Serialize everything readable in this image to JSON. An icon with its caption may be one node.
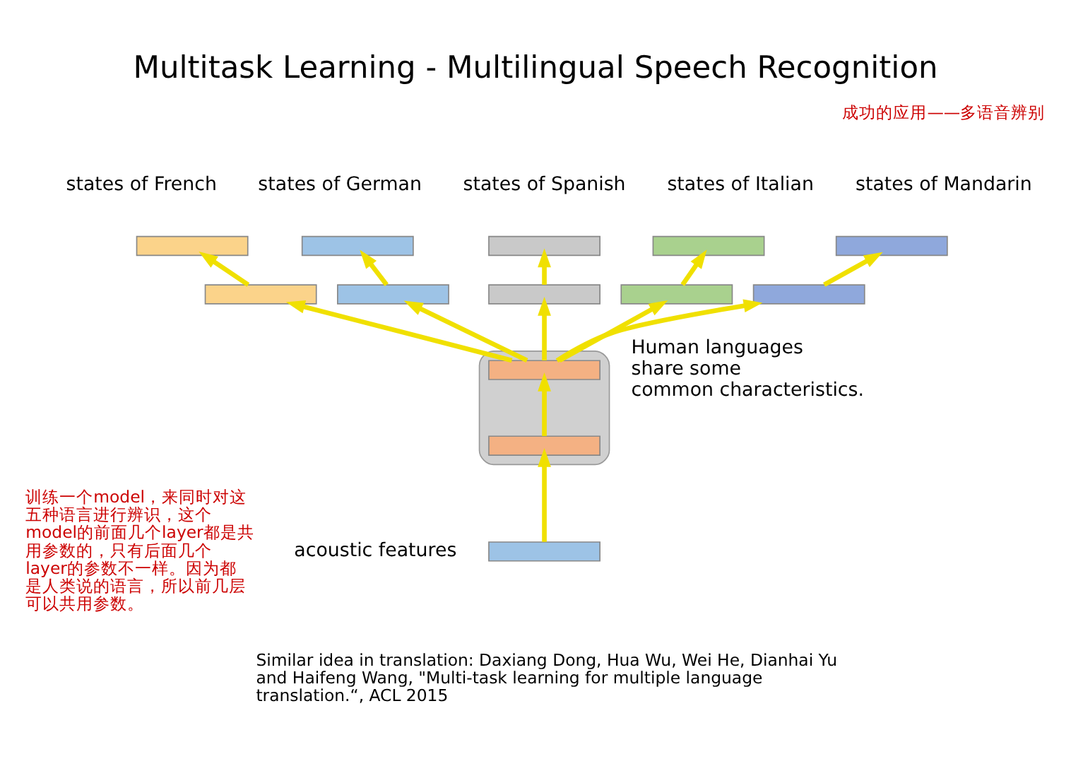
{
  "diagram": {
    "title": "Multitask Learning - Multilingual Speech Recognition",
    "nodes": [
      {
        "text": [],
        "shape": "box",
        "beside": [
          "Human languages share some common characteristics."
        ]
      },
      {
        "text": [],
        "shape": "bar",
        "in": 0
      },
      {
        "text": [],
        "shape": "bar",
        "in": 0
      },
      {
        "text": [],
        "shape": "bar",
        "beside": [
          "acoustic features"
        ]
      },
      {
        "text": [],
        "shape": "bar"
      },
      {
        "text": [],
        "shape": "bar"
      },
      {
        "text": [],
        "shape": "bar"
      },
      {
        "text": [],
        "shape": "bar"
      },
      {
        "text": [],
        "shape": "bar"
      },
      {
        "text": [],
        "shape": "bar",
        "beside": [
          "states of French"
        ]
      },
      {
        "text": [],
        "shape": "bar",
        "beside": [
          "states of German"
        ]
      },
      {
        "text": [],
        "shape": "bar",
        "beside": [
          "states of Spanish"
        ]
      },
      {
        "text": [],
        "shape": "bar",
        "beside": [
          "states of Italian"
        ]
      },
      {
        "text": [],
        "shape": "bar",
        "beside": [
          "states of Mandarin"
        ]
      }
    ],
    "edges": [
      {
        "from": 3,
        "to": 2,
        "arrow": "to"
      },
      {
        "from": 2,
        "to": 1,
        "arrow": "to"
      },
      {
        "from": 1,
        "to": 4,
        "arrow": "to"
      },
      {
        "from": 1,
        "to": 5,
        "arrow": "to"
      },
      {
        "from": 1,
        "to": 6,
        "arrow": "to"
      },
      {
        "from": 1,
        "to": 7,
        "arrow": "to"
      },
      {
        "from": 1,
        "to": 8,
        "arrow": "to"
      },
      {
        "from": 4,
        "to": 9,
        "arrow": "to"
      },
      {
        "from": 5,
        "to": 10,
        "arrow": "to"
      },
      {
        "from": 6,
        "to": 11,
        "arrow": "to"
      },
      {
        "from": 7,
        "to": 12,
        "arrow": "to"
      },
      {
        "from": 8,
        "to": 13,
        "arrow": "to"
      }
    ],
    "labels": [
      "成功的应用——多语音辨别",
      "训练一个model，来同时对这五种语言进行辨识，这个model的前面几个layer都是共用参数的，只有后面几个layer的参数不一样。因为都是人类说的语言，所以前几层可以共用参数。",
      "Similar idea in translation: Daxiang Dong, Hua Wu, Wei He, Dianhai Yu and Haifeng Wang, \"Multi-task learning for multiple language translation.“, ACL 2015"
    ]
  }
}
